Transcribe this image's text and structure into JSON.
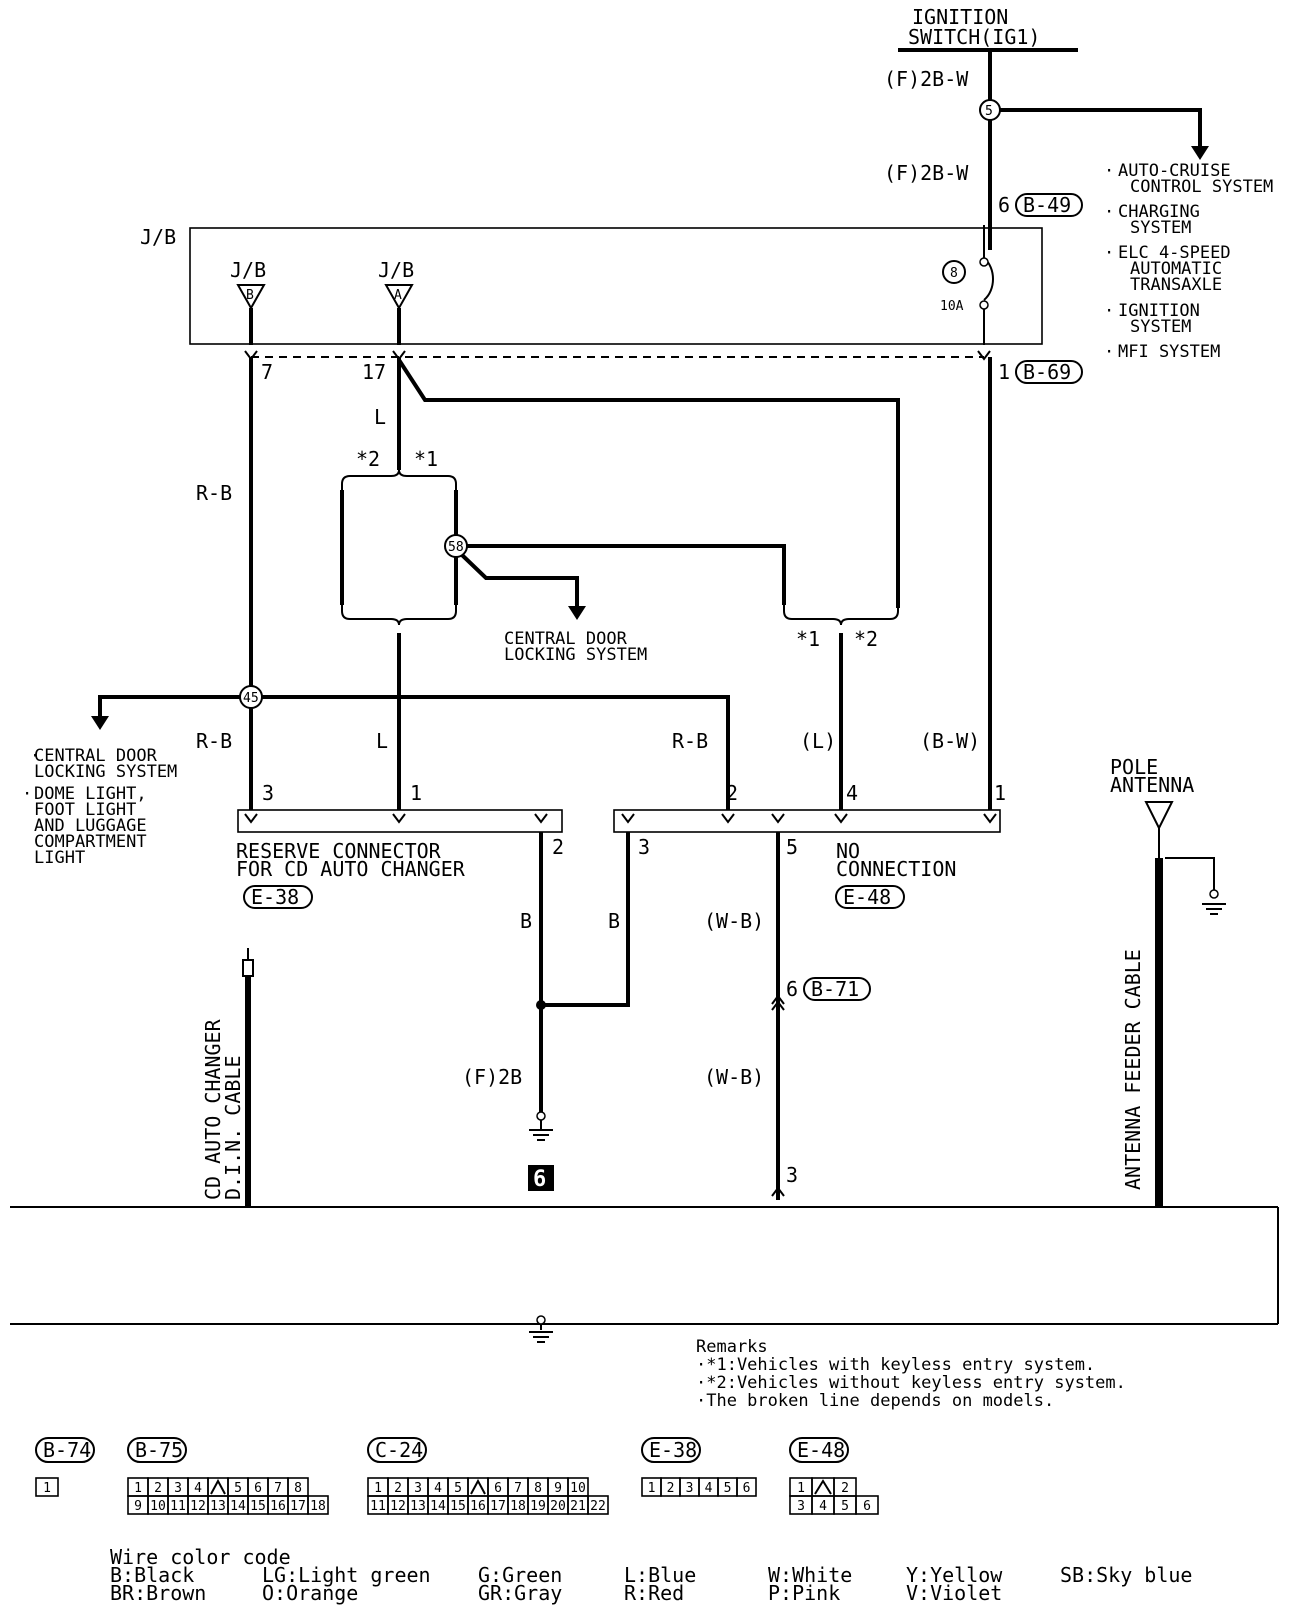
{
  "ignition": {
    "title1": "IGNITION",
    "title2": "SWITCH(IG1)",
    "wire_top": "(F)2B-W",
    "wire_mid": "(F)2B-W",
    "junction": "5"
  },
  "autocruise_list": [
    "AUTO-CRUISE",
    "CONTROL SYSTEM",
    "CHARGING",
    "SYSTEM",
    "ELC 4-SPEED",
    "AUTOMATIC",
    "TRANSAXLE",
    "IGNITION",
    "SYSTEM",
    "MFI SYSTEM"
  ],
  "jb": {
    "label": "J/B",
    "conn_b": "J/B",
    "conn_b_letter": "B",
    "conn_a": "J/B",
    "conn_a_letter": "A",
    "fuse_no": "8",
    "fuse_amp": "10A"
  },
  "pins": {
    "b49_pin": "6",
    "b49": "B-49",
    "b69_pin": "1",
    "b69": "B-69",
    "jb_b_pin": "7",
    "jb_a_pin": "17"
  },
  "wires": {
    "l_top": "L",
    "rb_left": "R-B",
    "rb_left2": "R-B",
    "l_mid": "L",
    "rb_mid": "R-B",
    "l_paren": "(L)",
    "bw": "(B-W)",
    "b_left": "B",
    "b_right": "B",
    "wb_top": "(W-B)",
    "wb_bot": "(W-B)",
    "f2b": "(F)2B"
  },
  "options": {
    "s2_left": "*2",
    "s1_left": "*1",
    "s1_right": "*1",
    "s2_right": "*2"
  },
  "junctions": {
    "j58": "58",
    "j45": "45"
  },
  "central_door": {
    "line1": "CENTRAL DOOR",
    "line2": "LOCKING SYSTEM"
  },
  "left_list": [
    "CENTRAL DOOR",
    "LOCKING SYSTEM",
    "DOME LIGHT,",
    "FOOT LIGHT",
    "AND LUGGAGE",
    "COMPARTMENT",
    "LIGHT"
  ],
  "e38": {
    "pin3": "3",
    "pin1": "1",
    "pin2": "2",
    "name1": "RESERVE CONNECTOR",
    "name2": "FOR CD AUTO CHANGER",
    "code": "E-38"
  },
  "e48": {
    "pin3": "3",
    "pin2": "2",
    "pin5": "5",
    "pin4": "4",
    "pin1": "1",
    "nc1": "NO",
    "nc2": "CONNECTION",
    "code": "E-48"
  },
  "b71": {
    "pin": "6",
    "code": "B-71",
    "bottom_pin": "3"
  },
  "ground": {
    "number": "6"
  },
  "cd_cable": {
    "line1": "CD AUTO CHANGER",
    "line2": "D.I.N. CABLE"
  },
  "antenna": {
    "line1": "POLE",
    "line2": "ANTENNA",
    "feeder": "ANTENNA FEEDER CABLE"
  },
  "remarks": {
    "title": "Remarks",
    "r1": "·*1:Vehicles with keyless entry system.",
    "r2": "·*2:Vehicles without keyless entry system.",
    "r3": "·The broken line depends on models."
  },
  "connectors": [
    {
      "code": "B-74",
      "rows": [
        [
          "1"
        ]
      ]
    },
    {
      "code": "B-75",
      "rows": [
        [
          "1",
          "2",
          "3",
          "4",
          "",
          "5",
          "6",
          "7",
          "8"
        ],
        [
          "9",
          "10",
          "11",
          "12",
          "13",
          "14",
          "15",
          "16",
          "17",
          "18"
        ]
      ]
    },
    {
      "code": "C-24",
      "rows": [
        [
          "1",
          "2",
          "3",
          "4",
          "5",
          "",
          "6",
          "7",
          "8",
          "9",
          "10"
        ],
        [
          "11",
          "12",
          "13",
          "14",
          "15",
          "16",
          "17",
          "18",
          "19",
          "20",
          "21",
          "22"
        ]
      ]
    },
    {
      "code": "E-38",
      "rows": [
        [
          "1",
          "2",
          "3",
          "4",
          "5",
          "6"
        ]
      ]
    },
    {
      "code": "E-48",
      "rows": [
        [
          "1",
          "",
          "2"
        ],
        [
          "3",
          "4",
          "5",
          "6"
        ]
      ]
    }
  ],
  "color_code": {
    "title": "Wire color code",
    "items": [
      [
        "B",
        ":Black"
      ],
      [
        "BR",
        ":Brown"
      ],
      [
        "LG",
        ":Light green"
      ],
      [
        "O",
        ":Orange"
      ],
      [
        "G",
        ":Green"
      ],
      [
        "GR",
        ":Gray"
      ],
      [
        "L",
        ":Blue"
      ],
      [
        "R",
        ":Red"
      ],
      [
        "W",
        ":White"
      ],
      [
        "P",
        ":Pink"
      ],
      [
        "Y",
        ":Yellow"
      ],
      [
        "V",
        ":Violet"
      ],
      [
        "SB",
        ":Sky blue"
      ]
    ]
  }
}
